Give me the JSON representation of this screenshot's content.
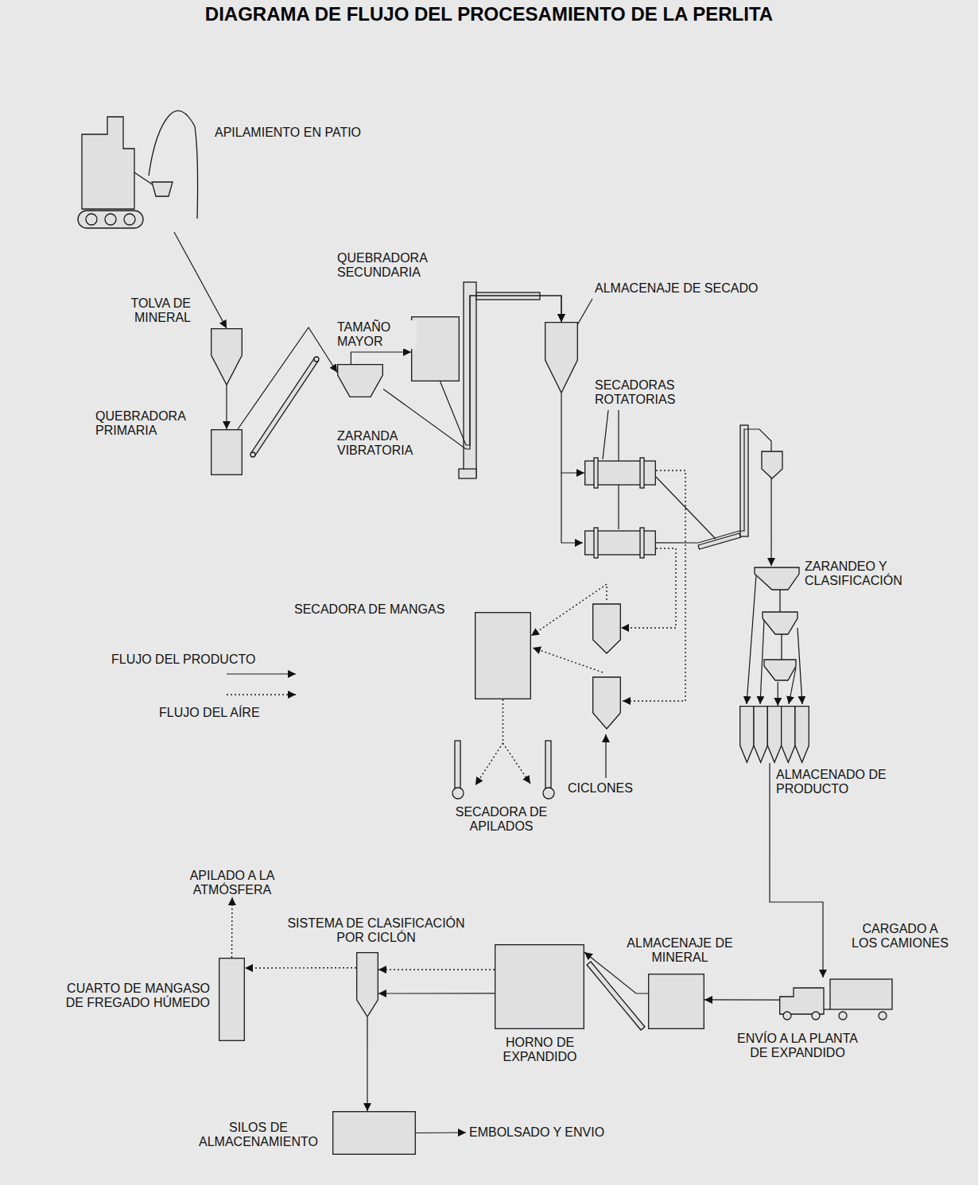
{
  "diagram": {
    "title": "DIAGRAMA DE FLUJO DEL PROCESAMIENTO DE LA PERLITA",
    "nodes": [
      {
        "text": [
          "APILAMIENTO EN PATIO"
        ]
      },
      {
        "text": [
          "TOLVA DE MINERAL"
        ]
      },
      {
        "text": [
          "QUEBRADORA PRIMARIA"
        ]
      },
      {
        "text": [
          "ZARANDA VIBRATORIA"
        ]
      },
      {
        "text": [
          "QUEBRADORA SECUNDARIA"
        ]
      },
      {
        "text": [
          "ALMACENAJE DE SECADO"
        ]
      },
      {
        "text": [
          "SECADORAS ROTATORIAS"
        ]
      },
      {
        "text": [
          "ZARANDEO Y CLASIFICACIÓN"
        ]
      },
      {
        "text": [
          "SECADORA DE MANGAS"
        ]
      },
      {
        "text": [
          "CICLONES"
        ]
      },
      {
        "text": [
          "SECADORA DE APILADOS"
        ]
      },
      {
        "text": [
          "ALMACENADO DE PRODUCTO"
        ]
      },
      {
        "text": [
          "APILADO A LA ATMÓSFERA"
        ]
      },
      {
        "text": [
          "CUARTO DE MANGASO DE FREGADO HÚMEDO"
        ]
      },
      {
        "text": [
          "SISTEMA DE CLASIFICACIÓN POR CICLÓN"
        ]
      },
      {
        "text": [
          "HORNO DE EXPANDIDO"
        ]
      },
      {
        "text": [
          "ALMACENAJE DE MINERAL"
        ]
      },
      {
        "text": [
          "CARGADO A LOS CAMIONES",
          "ENVÍO A LA PLANTA DE EXPANDIDO"
        ]
      },
      {
        "text": [
          "SILOS DE ALMACENAMIENTO"
        ]
      },
      {
        "text": [
          "EMBOLSADO Y ENVIO"
        ]
      }
    ],
    "edges": [
      {
        "from": 0,
        "to": 1,
        "arrow": "to"
      },
      {
        "from": 1,
        "to": 2,
        "arrow": "to"
      },
      {
        "from": 2,
        "to": 3,
        "arrow": "to"
      },
      {
        "from": 3,
        "to": 4,
        "label": "TAMAÑO MAYOR",
        "arrow": "to"
      },
      {
        "from": 3,
        "to": 5,
        "arrow": "to"
      },
      {
        "from": 4,
        "to": 5,
        "arrow": "to"
      },
      {
        "from": 5,
        "to": 6,
        "arrow": "to"
      },
      {
        "from": 6,
        "to": 7,
        "arrow": "to"
      },
      {
        "from": 6,
        "to": 9,
        "arrow": "to"
      },
      {
        "from": 9,
        "to": 8,
        "arrow": "to"
      },
      {
        "from": 8,
        "to": 10,
        "arrow": "to"
      },
      {
        "from": 7,
        "to": 11,
        "arrow": "to"
      },
      {
        "from": 11,
        "to": 17,
        "arrow": "to"
      },
      {
        "from": 17,
        "to": 16,
        "arrow": "to"
      },
      {
        "from": 16,
        "to": 15,
        "arrow": "to"
      },
      {
        "from": 15,
        "to": 14,
        "arrow": "to"
      },
      {
        "from": 15,
        "to": 14,
        "arrow": "to"
      },
      {
        "from": 14,
        "to": 13,
        "arrow": "to"
      },
      {
        "from": 13,
        "to": 12,
        "arrow": "to"
      },
      {
        "from": 14,
        "to": 18,
        "arrow": "to"
      },
      {
        "from": 18,
        "to": 19,
        "arrow": "to"
      }
    ],
    "legend": [
      {
        "text": "FLUJO DEL PRODUCTO"
      },
      {
        "text": "FLUJO DEL AÍRE"
      }
    ]
  }
}
